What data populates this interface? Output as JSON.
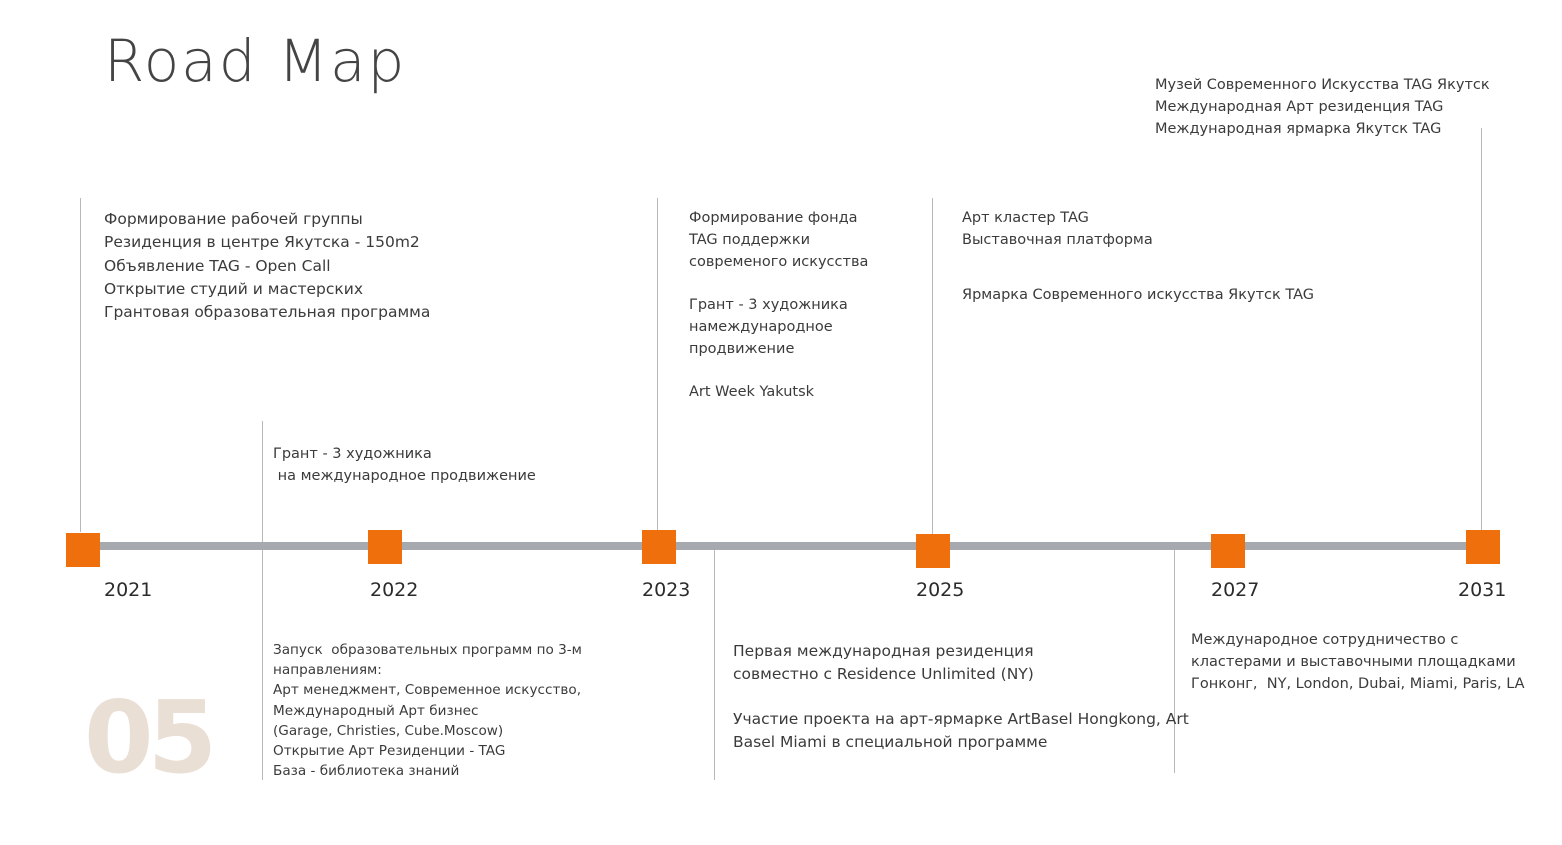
{
  "title": "Road Map",
  "slide_number": "05",
  "colors": {
    "marker": "#ef6f0c",
    "track": "#a6a9ad",
    "slide_number": "#eadfd5"
  },
  "years": [
    "2021",
    "2022",
    "2023",
    "2025",
    "2027",
    "2031"
  ],
  "blocks": {
    "y2021_top": [
      "Формирование рабочей группы",
      "Резиденция в центре Якутска - 150m2",
      "Объявление TAG - Open Call",
      "Открытие студий и мастерских",
      "Грантовая образовательная программа"
    ],
    "y2022_top": [
      "Грант - 3 художника",
      " на международное продвижение"
    ],
    "y2022_bottom": [
      "Запуск  образовательных программ по 3-м",
      "направлениям:",
      "Арт менеджмент, Современное искусство,",
      "Международный Арт бизнес",
      "(Garage, Christies, Cube.Moscow)",
      "Открытие Арт Резиденции - TAG",
      "База - библиотека знаний"
    ],
    "y2023_top_a": [
      "Формирование фонда",
      "TAG поддержки",
      "современого искусства"
    ],
    "y2023_top_b": [
      "Грант - 3 художника",
      "намеждународное",
      "продвижение"
    ],
    "y2023_top_c": [
      "Art Week Yakutsk"
    ],
    "y2023_bottom_a": [
      "Первая международная резиденция",
      "совместно с Residence Unlimited (NY)"
    ],
    "y2023_bottom_b": [
      "Участие проекта на арт-ярмарке ArtBasel Hongkong, Art",
      "Basel Miami в специальной программе"
    ],
    "y2025_top_a": [
      "Арт кластер TAG",
      "Выставочная платформа"
    ],
    "y2025_top_b": [
      "Ярмарка Современного искусства Якутск TAG"
    ],
    "y2027_bottom": [
      "Международное сотрудничество с",
      "кластерами и выставочными площадками",
      "Гонконг,  NY, London, Dubai, Miami, Paris, LA"
    ],
    "y2031_top": [
      "Музей Современного Искусства TAG Якутск",
      "Международная Арт резиденция TAG",
      "Международная ярмарка Якутск TAG"
    ]
  }
}
